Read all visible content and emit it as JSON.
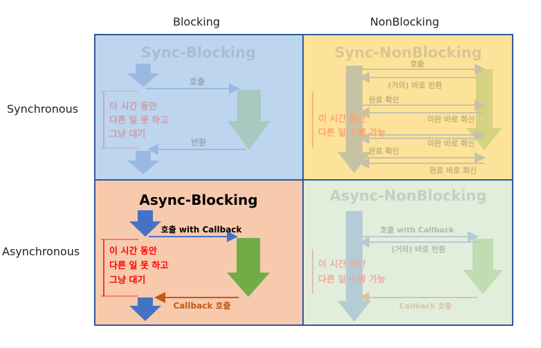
{
  "columns": {
    "blocking": "Blocking",
    "nonblocking": "NonBlocking"
  },
  "rows": {
    "synchronous": "Synchronous",
    "asynchronous": "Asynchronous"
  },
  "quadrants": {
    "sync_blocking": {
      "title": "Sync-Blocking",
      "call": "호출",
      "return": "반환",
      "wait_lines": [
        "이 시간 동안",
        "다른 일 못 하고",
        "그냥 대기"
      ],
      "color": "#bdd5ee"
    },
    "sync_nonblocking": {
      "title": "Sync-NonBlocking",
      "call": "호출",
      "immediate_return": "(거의) 바로 반환",
      "check": "완료 확인",
      "not_done_reply": "미완 바로 회신",
      "done_reply": "완료 바로 회신",
      "work_lines": [
        "이 시간 동안",
        "다른 일 수행 가능"
      ],
      "color": "#fde29a"
    },
    "async_blocking": {
      "title": "Async-Blocking",
      "call": "호출 with Callback",
      "callback": "Callback 호출",
      "wait_lines": [
        "이 시간 동안",
        "다른 일 못 하고",
        "그냥 대기"
      ],
      "color": "#f7c9ad"
    },
    "async_nonblocking": {
      "title": "Async-NonBlocking",
      "call": "호출 with Callback",
      "immediate_return": "(거의) 바로 반환",
      "callback": "Callback 호출",
      "work_lines": [
        "이 시간 동안",
        "다른 일 수행 가능"
      ],
      "color": "#e2eedc"
    }
  },
  "colors": {
    "grid_border": "#2f5597",
    "blue_arrow": "#4472c4",
    "green_arrow": "#70ad47",
    "orange_arrow": "#c55a11",
    "red_text": "#ff0000"
  }
}
